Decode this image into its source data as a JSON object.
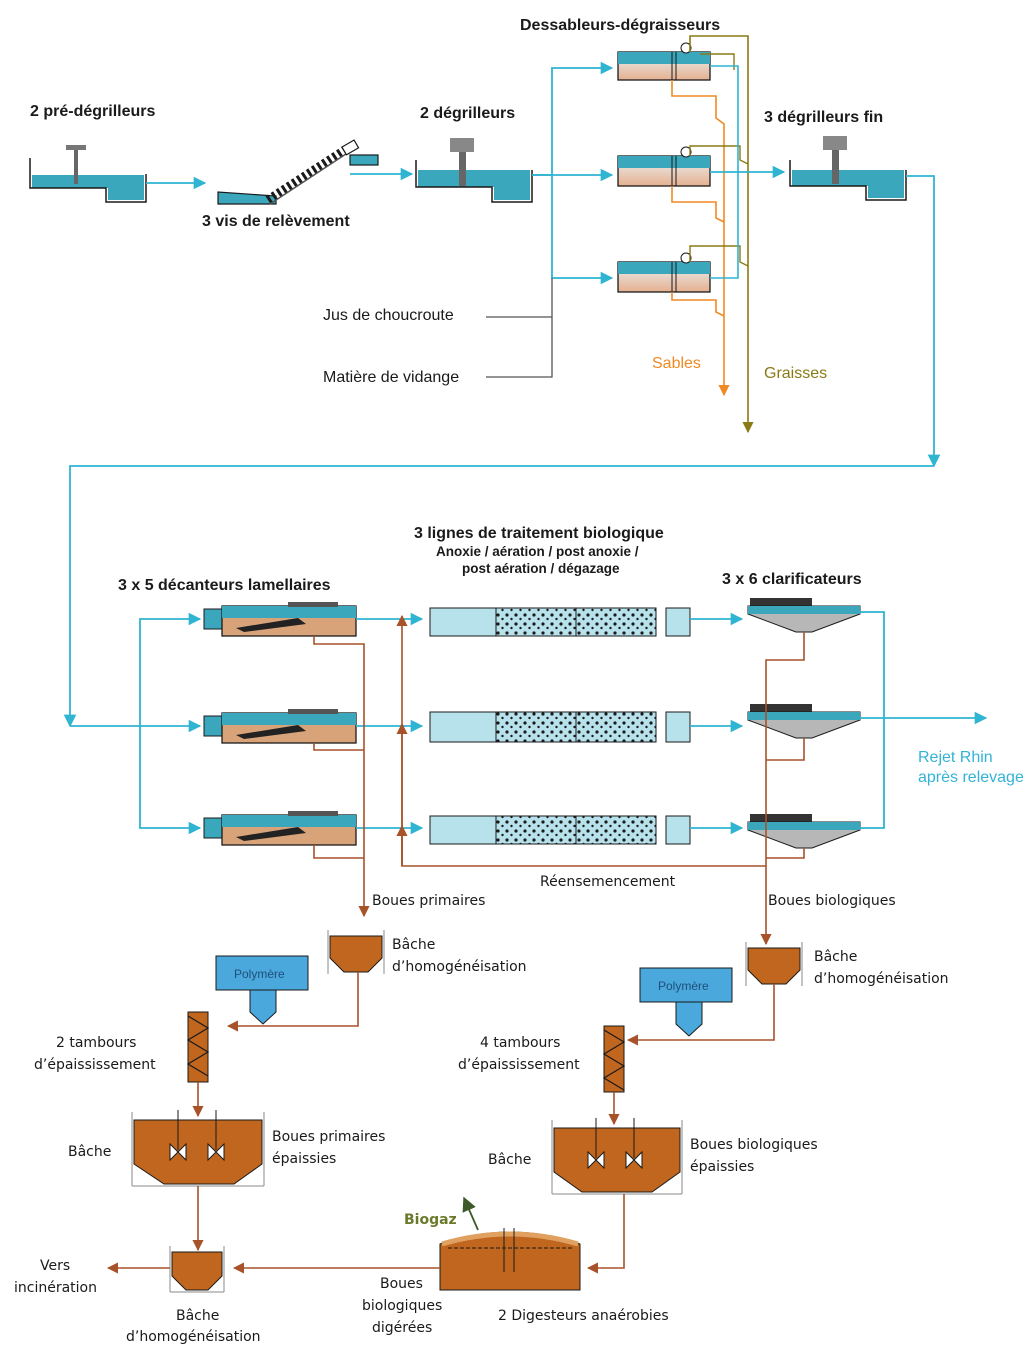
{
  "labels": {
    "pre_degrilleurs": "2 pré-dégrilleurs",
    "vis": "3 vis de relèvement",
    "degrilleurs": "2 dégrilleurs",
    "dessableurs": "Dessableurs-dégraisseurs",
    "degrilleurs_fin": "3 dégrilleurs fin",
    "jus": "Jus de choucroute",
    "matiere": "Matière de vidange",
    "sables": "Sables",
    "graisses": "Graisses",
    "bio_title": "3 lignes de traitement biologique",
    "bio_sub1": "Anoxie / aération / post anoxie /",
    "bio_sub2": "post aération / dégazage",
    "decanteurs": "3 x 5 décanteurs lamellaires",
    "clarificateurs": "3 x 6 clarificateurs",
    "rejet1": "Rejet Rhin",
    "rejet2": "après relevage",
    "reensemencement": "Réensemencement",
    "boues_primaires": "Boues primaires",
    "boues_biologiques": "Boues biologiques",
    "bache": "Bâche",
    "homog": "d’homogénéisation",
    "polymere": "Polymère",
    "tambours2": "2 tambours",
    "tambours4": "4 tambours",
    "epaississement": "d’épaississement",
    "bp_ep1": "Boues primaires",
    "bp_ep2": "épaissies",
    "bb_ep1": "Boues biologiques",
    "bb_ep2": "épaissies",
    "biogaz": "Biogaz",
    "digesteurs": "2 Digesteurs anaérobies",
    "bd1": "Boues",
    "bd2": "biologiques",
    "bd3": "digérées",
    "vers1": "Vers",
    "vers2": "incinération"
  },
  "colors": {
    "water": "#2fb4d2",
    "sludge": "#a8522a",
    "sand": "#f08a24",
    "grease": "#8a7a16",
    "tank_water": "#3aa7bd",
    "tank_sludge": "#c0661f"
  }
}
